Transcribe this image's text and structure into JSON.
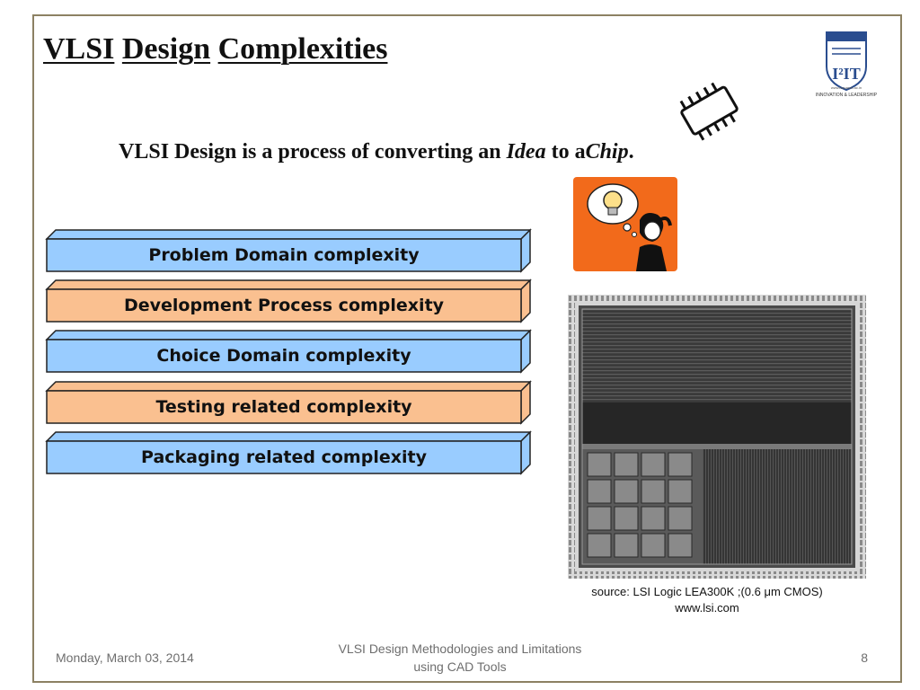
{
  "slide": {
    "title_parts": [
      "VLSI",
      "Design",
      "Complexities"
    ],
    "subtitle": {
      "prefix": "VLSI Design is a process of converting an ",
      "idea": "Idea",
      "middle": " to a",
      "chip": "Chip",
      "suffix": "."
    },
    "complexities": [
      {
        "label": "Problem Domain complexity",
        "color": "#99ccff"
      },
      {
        "label": "Development Process complexity",
        "color": "#fac090"
      },
      {
        "label": "Choice Domain complexity",
        "color": "#99ccff"
      },
      {
        "label": "Testing related complexity",
        "color": "#fac090"
      },
      {
        "label": "Packaging related complexity",
        "color": "#99ccff"
      }
    ],
    "die_caption": {
      "line1": "source: LSI Logic LEA300K ;(0.6 μm CMOS)",
      "line2": "www.lsi.com"
    },
    "logo": {
      "text": "I²IT",
      "url": "www.isquareit.ac.in",
      "tagline": "INNOVATION & LEADERSHIP"
    }
  },
  "footer": {
    "date": "Monday, March 03, 2014",
    "course_line1": "VLSI Design Methodologies and Limitations",
    "course_line2": "using CAD Tools",
    "page": "8"
  },
  "colors": {
    "frame": "#8c8163",
    "blue_bar": "#99ccff",
    "orange_bar": "#fac090",
    "illustration_bg": "#f26a1b"
  }
}
